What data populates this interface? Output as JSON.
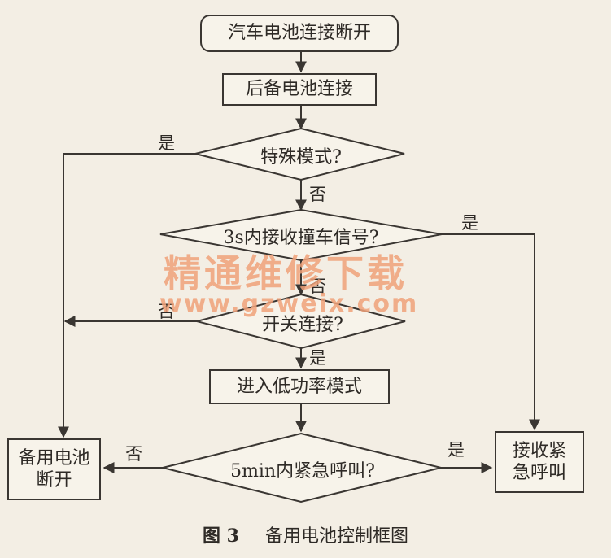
{
  "nodes": {
    "start": "汽车电池连接断开",
    "backup_connect": "后备电池连接",
    "special_mode": "特殊模式?",
    "crash_signal": "3s内接收撞车信号?",
    "switch_connect": "开关连接?",
    "low_power": "进入低功率模式",
    "emergency_call": "5min内紧急呼叫?",
    "backup_disconnect": "备用电池断开",
    "receive_call": "接收紧急呼叫"
  },
  "edge_labels": {
    "special_yes": "是",
    "special_no": "否",
    "crash_yes": "是",
    "crash_no": "否",
    "switch_no": "否",
    "switch_yes": "是",
    "call_no": "否",
    "call_yes": "是"
  },
  "watermark": {
    "title": "精通维修下载",
    "url": "www.gzweix.com"
  },
  "caption": {
    "fig": "图 3",
    "title": "备用电池控制框图"
  },
  "colors": {
    "line": "#3a3632",
    "background": "#f3eee4",
    "watermark": "#f0a27a"
  }
}
